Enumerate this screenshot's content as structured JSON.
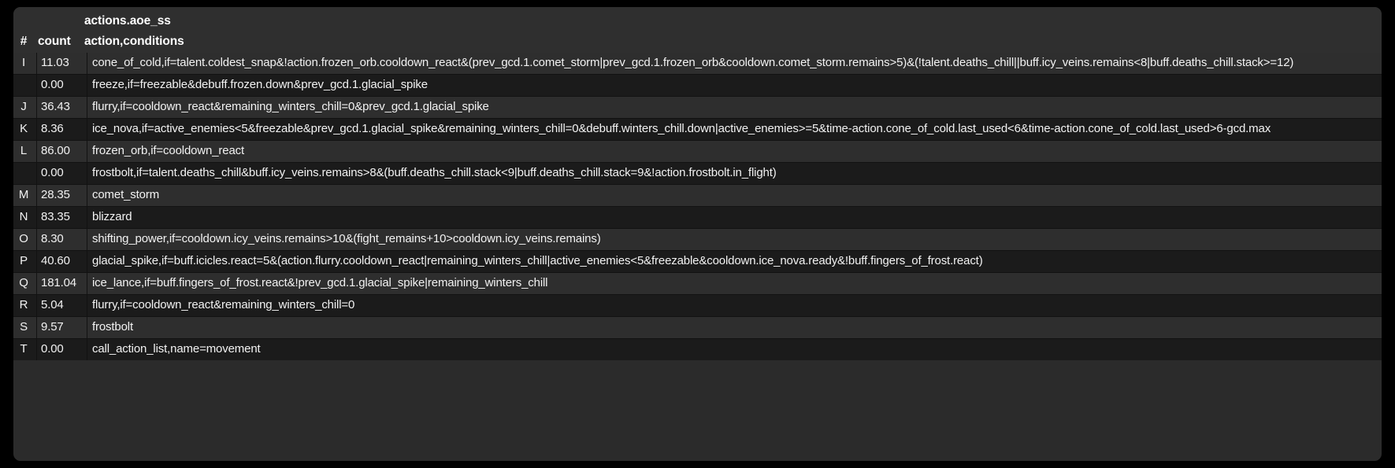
{
  "panel": {
    "title": "actions.aoe_ss",
    "columns": {
      "index": "#",
      "count": "count",
      "action": "action,conditions"
    }
  },
  "rows": [
    {
      "index": "I",
      "count": "11.03",
      "action": "cone_of_cold,if=talent.coldest_snap&!action.frozen_orb.cooldown_react&(prev_gcd.1.comet_storm|prev_gcd.1.frozen_orb&cooldown.comet_storm.remains>5)&(!talent.deaths_chill||buff.icy_veins.remains<8|buff.deaths_chill.stack>=12)"
    },
    {
      "index": "",
      "count": "0.00",
      "action": "freeze,if=freezable&debuff.frozen.down&prev_gcd.1.glacial_spike"
    },
    {
      "index": "J",
      "count": "36.43",
      "action": "flurry,if=cooldown_react&remaining_winters_chill=0&prev_gcd.1.glacial_spike"
    },
    {
      "index": "K",
      "count": "8.36",
      "action": "ice_nova,if=active_enemies<5&freezable&prev_gcd.1.glacial_spike&remaining_winters_chill=0&debuff.winters_chill.down|active_enemies>=5&time-action.cone_of_cold.last_used<6&time-action.cone_of_cold.last_used>6-gcd.max"
    },
    {
      "index": "L",
      "count": "86.00",
      "action": "frozen_orb,if=cooldown_react"
    },
    {
      "index": "",
      "count": "0.00",
      "action": "frostbolt,if=talent.deaths_chill&buff.icy_veins.remains>8&(buff.deaths_chill.stack<9|buff.deaths_chill.stack=9&!action.frostbolt.in_flight)"
    },
    {
      "index": "M",
      "count": "28.35",
      "action": "comet_storm"
    },
    {
      "index": "N",
      "count": "83.35",
      "action": "blizzard"
    },
    {
      "index": "O",
      "count": "8.30",
      "action": "shifting_power,if=cooldown.icy_veins.remains>10&(fight_remains+10>cooldown.icy_veins.remains)"
    },
    {
      "index": "P",
      "count": "40.60",
      "action": "glacial_spike,if=buff.icicles.react=5&(action.flurry.cooldown_react|remaining_winters_chill|active_enemies<5&freezable&cooldown.ice_nova.ready&!buff.fingers_of_frost.react)"
    },
    {
      "index": "Q",
      "count": "181.04",
      "action": "ice_lance,if=buff.fingers_of_frost.react&!prev_gcd.1.glacial_spike|remaining_winters_chill"
    },
    {
      "index": "R",
      "count": "5.04",
      "action": "flurry,if=cooldown_react&remaining_winters_chill=0"
    },
    {
      "index": "S",
      "count": "9.57",
      "action": "frostbolt"
    },
    {
      "index": "T",
      "count": "0.00",
      "action": "call_action_list,name=movement"
    }
  ],
  "colors": {
    "background": "#000000",
    "panel": "#2b2b2b",
    "header": "#2f2f2f",
    "row_odd": "#2e2e2e",
    "row_even": "#1b1b1b",
    "text": "#f2f2f2",
    "grid": "#121212"
  }
}
